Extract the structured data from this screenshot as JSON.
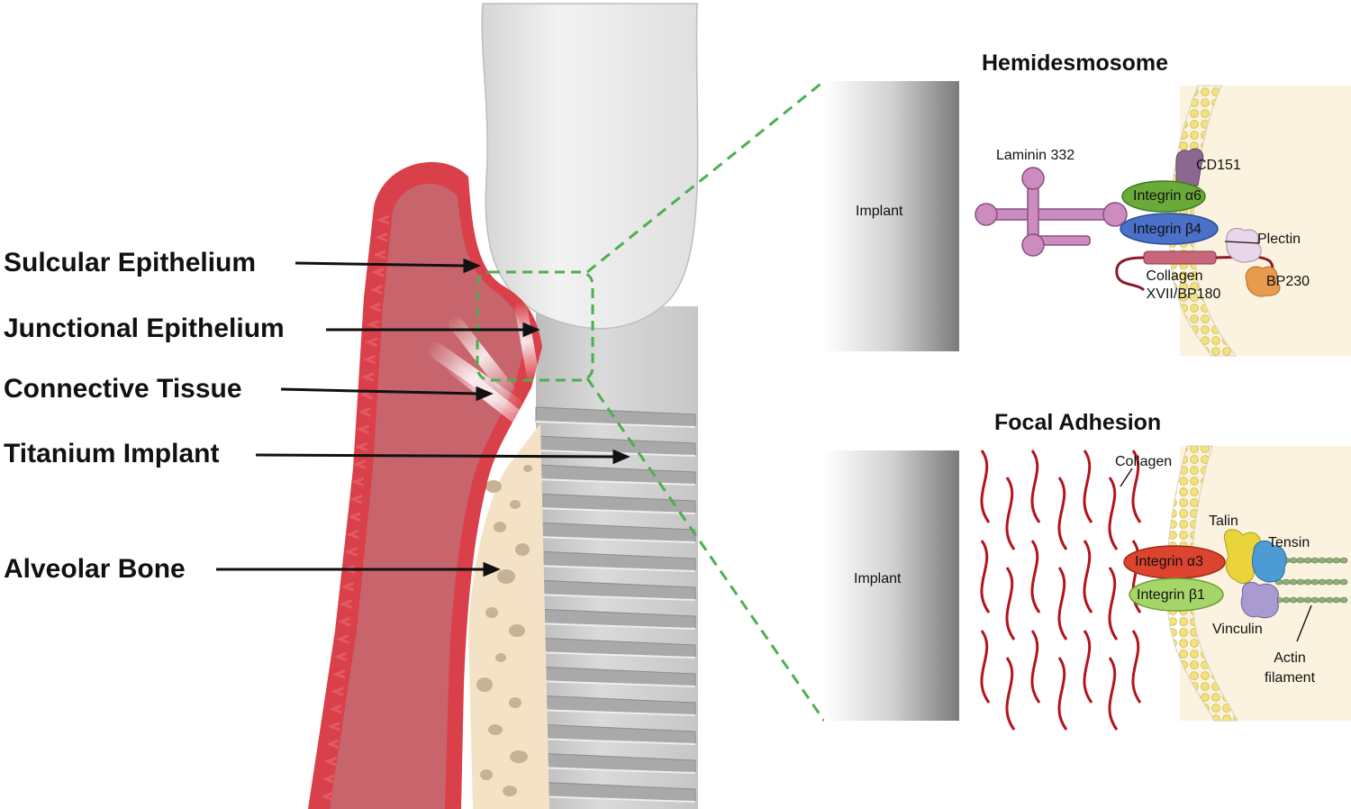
{
  "labels": {
    "sulcular": "Sulcular Epithelium",
    "junctional": "Junctional Epithelium",
    "connective": "Connective Tissue",
    "titanium": "Titanium Implant",
    "alveolar": "Alveolar Bone"
  },
  "hemidesmosome": {
    "title": "Hemidesmosome",
    "implant": "Implant",
    "laminin": "Laminin 332",
    "cd151": "CD151",
    "integrin_a6": "Integrin α6",
    "integrin_b4": "Integrin β4",
    "plectin": "Plectin",
    "collagen_line1": "Collagen",
    "collagen_line2": "XVII/BP180",
    "bp230": "BP230"
  },
  "focal_adhesion": {
    "title": "Focal Adhesion",
    "implant": "Implant",
    "collagen": "Collagen",
    "talin": "Talin",
    "tensin": "Tensin",
    "integrin_a3": "Integrin α3",
    "integrin_b1": "Integrin β1",
    "vinculin": "Vinculin",
    "actin_line1": "Actin",
    "actin_line2": "filament"
  },
  "colors": {
    "gum": "#d9404a",
    "gum_inner": "#c8656c",
    "bone": "#f3e2c6",
    "bone_pores": "#c6b394",
    "implant": "#cfcfcf",
    "zoom_dash": "#4caf50",
    "membrane_bg": "#fbf3df",
    "integrin_a6": "#6aaa3a",
    "integrin_b4": "#4a70c8",
    "integrin_a3": "#dd4430",
    "integrin_b1": "#a6d66a",
    "laminin": "#cc8cc0",
    "talin": "#e9d43c",
    "tensin": "#4d9bd4",
    "vinculin": "#a99ad0"
  }
}
